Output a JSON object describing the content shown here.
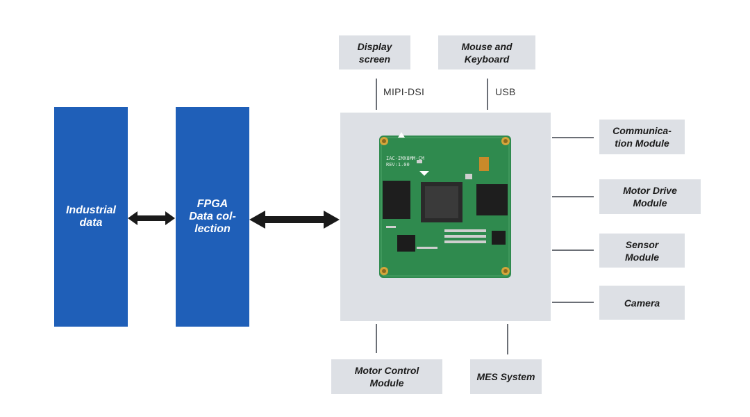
{
  "left_blocks": {
    "industrial": "Industrial\ndata",
    "fpga": "FPGA\nData col-\nlection"
  },
  "top_blocks": {
    "display": "Display\nscreen",
    "display_interface": "MIPI-DSI",
    "mouse": "Mouse and\nKeyboard",
    "mouse_interface": "USB"
  },
  "right_blocks": {
    "communication": "Communica-\ntion Module",
    "motor_drive": "Motor Drive\nModule",
    "sensor": "Sensor\nModule",
    "camera": "Camera"
  },
  "bottom_blocks": {
    "motor_control": "Motor Control\nModule",
    "mes": "MES System"
  },
  "board": {
    "silkscreen_1": "IAC-IMX8MM-CM",
    "silkscreen_2": "REV:1.00"
  },
  "colors": {
    "blue": "#1f5fb8",
    "grey": "#dde0e5",
    "connector": "#6b6f76",
    "pcb": "#2f8a4e"
  }
}
